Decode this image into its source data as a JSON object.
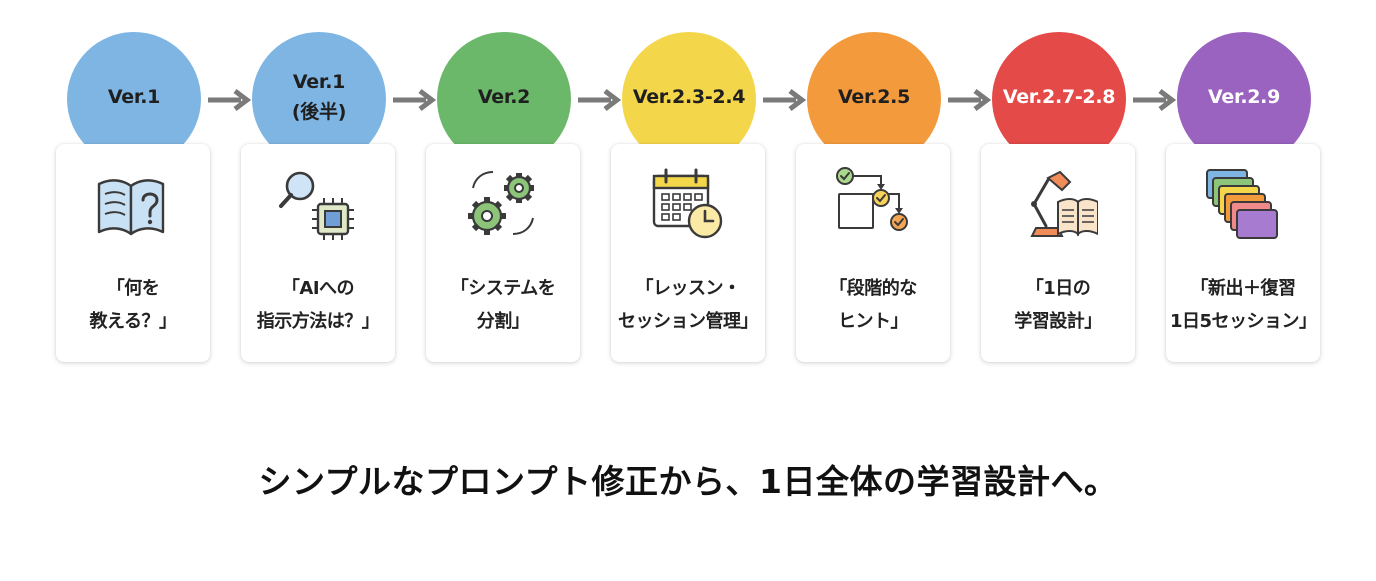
{
  "steps": [
    {
      "version": "Ver.1",
      "color": "#7fb5e3",
      "text_color": "#1f1f1f",
      "label": "「何を\n教える？」",
      "icon": "open-book-question-icon"
    },
    {
      "version": "Ver.1\n(後半)",
      "color": "#7fb5e3",
      "text_color": "#1f1f1f",
      "label": "「AIへの\n指示方法は？」",
      "icon": "magnifier-chip-icon"
    },
    {
      "version": "Ver.2",
      "color": "#6bb86a",
      "text_color": "#1f1f1f",
      "label": "「システムを\n分割」",
      "icon": "gears-icon"
    },
    {
      "version": "Ver.2.3-2.4",
      "color": "#f4d64a",
      "text_color": "#1f1f1f",
      "label": "「レッスン・\nセッション管理」",
      "icon": "calendar-clock-icon"
    },
    {
      "version": "Ver.2.5",
      "color": "#f39a3c",
      "text_color": "#1f1f1f",
      "label": "「段階的な\nヒント」",
      "icon": "stepwise-checks-icon"
    },
    {
      "version": "Ver.2.7-2.8",
      "color": "#e34a48",
      "text_color": "#ffffff",
      "label": "「1日の\n学習設計」",
      "icon": "desk-lamp-book-icon"
    },
    {
      "version": "Ver.2.9",
      "color": "#9a63bf",
      "text_color": "#ffffff",
      "label": "「新出＋復習\n1日5セッション」",
      "icon": "stacked-cards-icon"
    }
  ],
  "caption": "シンプルなプロンプト修正から、1日全体の学習設計へ。",
  "arrow_color": "#7a7a7a"
}
